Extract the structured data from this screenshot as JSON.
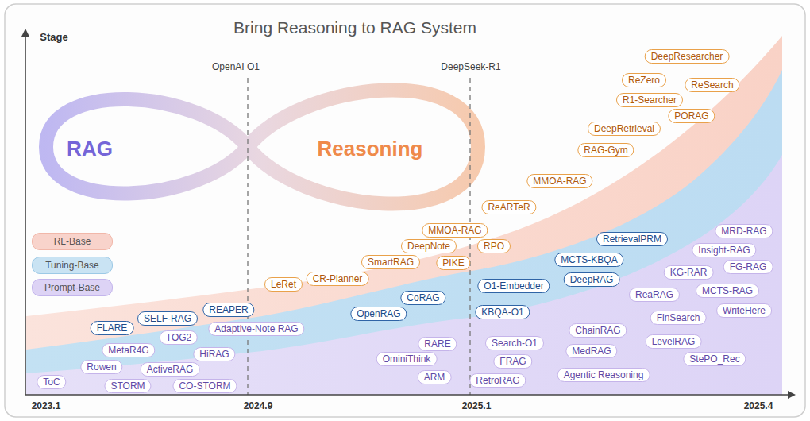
{
  "diagram": {
    "title": "Bring Reasoning to RAG System",
    "nodes": [
      {
        "text": [
          "DeepResearcher"
        ]
      },
      {
        "text": [
          "ReZero"
        ]
      },
      {
        "text": [
          "ReSearch"
        ]
      },
      {
        "text": [
          "R1-Searcher"
        ]
      },
      {
        "text": [
          "PORAG"
        ]
      },
      {
        "text": [
          "DeepRetrieval"
        ]
      },
      {
        "text": [
          "RAG-Gym"
        ]
      },
      {
        "text": [
          "MMOA-RAG"
        ]
      },
      {
        "text": [
          "ReARTeR"
        ]
      },
      {
        "text": [
          "MMOA-RAG"
        ]
      },
      {
        "text": [
          "MRD-RAG"
        ]
      },
      {
        "text": [
          "RetrievalPRM"
        ]
      },
      {
        "text": [
          "DeepNote"
        ]
      },
      {
        "text": [
          "RPO"
        ]
      },
      {
        "text": [
          "Insight-RAG"
        ]
      },
      {
        "text": [
          "SmartRAG"
        ]
      },
      {
        "text": [
          "PIKE"
        ]
      },
      {
        "text": [
          "MCTS-KBQA"
        ]
      },
      {
        "text": [
          "FG-RAG"
        ]
      },
      {
        "text": [
          "KG-RAR"
        ]
      },
      {
        "text": [
          "CR-Planner"
        ]
      },
      {
        "text": [
          "DeepRAG"
        ]
      },
      {
        "text": [
          "LeRet"
        ]
      },
      {
        "text": [
          "O1-Embedder"
        ]
      },
      {
        "text": [
          "MCTS-RAG"
        ]
      },
      {
        "text": [
          "ReaRAG"
        ]
      },
      {
        "text": [
          "CoRAG"
        ]
      },
      {
        "text": [
          "REAPER"
        ]
      },
      {
        "text": [
          "WriteHere"
        ]
      },
      {
        "text": [
          "KBQA-O1"
        ]
      },
      {
        "text": [
          "OpenRAG"
        ]
      },
      {
        "text": [
          "FinSearch"
        ]
      },
      {
        "text": [
          "SELF-RAG"
        ]
      },
      {
        "text": [
          "FLARE"
        ]
      },
      {
        "text": [
          "Adaptive-Note RAG"
        ]
      },
      {
        "text": [
          "ChainRAG"
        ]
      },
      {
        "text": [
          "TOG2"
        ]
      },
      {
        "text": [
          "LevelRAG"
        ]
      },
      {
        "text": [
          "Search-O1"
        ]
      },
      {
        "text": [
          "RARE"
        ]
      },
      {
        "text": [
          "MetaR4G"
        ]
      },
      {
        "text": [
          "MedRAG"
        ]
      },
      {
        "text": [
          "HiRAG"
        ]
      },
      {
        "text": [
          "OminiThink"
        ]
      },
      {
        "text": [
          "StePO_Rec"
        ]
      },
      {
        "text": [
          "FRAG"
        ]
      },
      {
        "text": [
          "Rowen"
        ]
      },
      {
        "text": [
          "ActiveRAG"
        ]
      },
      {
        "text": [
          "Agentic Reasoning"
        ]
      },
      {
        "text": [
          "ARM"
        ]
      },
      {
        "text": [
          "RetroRAG"
        ]
      },
      {
        "text": [
          "ToC"
        ]
      },
      {
        "text": [
          "STORM"
        ]
      },
      {
        "text": [
          "CO-STORM"
        ]
      }
    ],
    "labels": [
      "Stage",
      "OpenAI O1",
      "DeepSeek-R1",
      "RAG",
      "Reasoning",
      "2023.1",
      "2024.9",
      "2025.1",
      "2025.4"
    ],
    "legend": [
      {
        "text": "RL-Base",
        "color": "#f8d3cb"
      },
      {
        "text": "Tuning-Base",
        "color": "#c9e3f3"
      },
      {
        "text": "Prompt-Base",
        "color": "#ddd3f5"
      }
    ]
  }
}
